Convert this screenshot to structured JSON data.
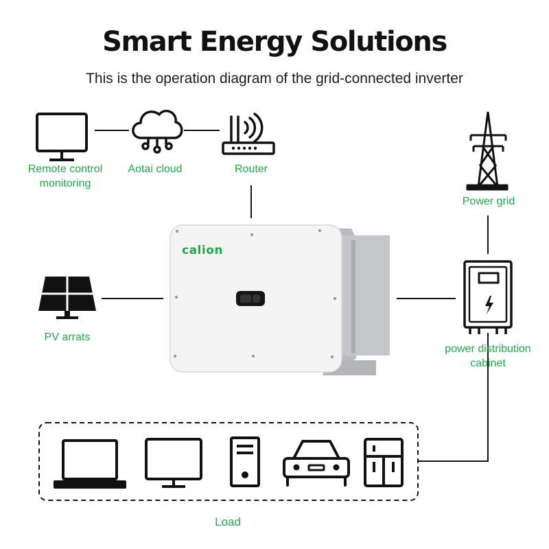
{
  "header": {
    "title": "Smart Energy Solutions",
    "subtitle": "This is the operation diagram of the grid-connected inverter"
  },
  "nodes": {
    "monitor": {
      "label_line1": "Remote control",
      "label_line2": "monitoring",
      "icon": "monitor-icon"
    },
    "cloud": {
      "label": "Aotai cloud",
      "icon": "cloud-network-icon"
    },
    "router": {
      "label": "Router",
      "icon": "router-icon"
    },
    "power_grid": {
      "label": "Power grid",
      "icon": "transmission-tower-icon"
    },
    "pv": {
      "label": "PV arrats",
      "icon": "solar-panel-icon"
    },
    "cabinet": {
      "label_line1": "power distribution",
      "label_line2": "cabinet",
      "icon": "distribution-cabinet-icon"
    },
    "inverter": {
      "brand": "calion",
      "icon": "inverter-device"
    }
  },
  "load": {
    "label": "Load",
    "items": [
      "laptop-icon",
      "desktop-monitor-icon",
      "pc-tower-icon",
      "car-icon",
      "refrigerator-icon"
    ]
  },
  "colors": {
    "label_green": "#1faa4a",
    "line": "#111111",
    "inverter_body": "#f4f4f4"
  }
}
